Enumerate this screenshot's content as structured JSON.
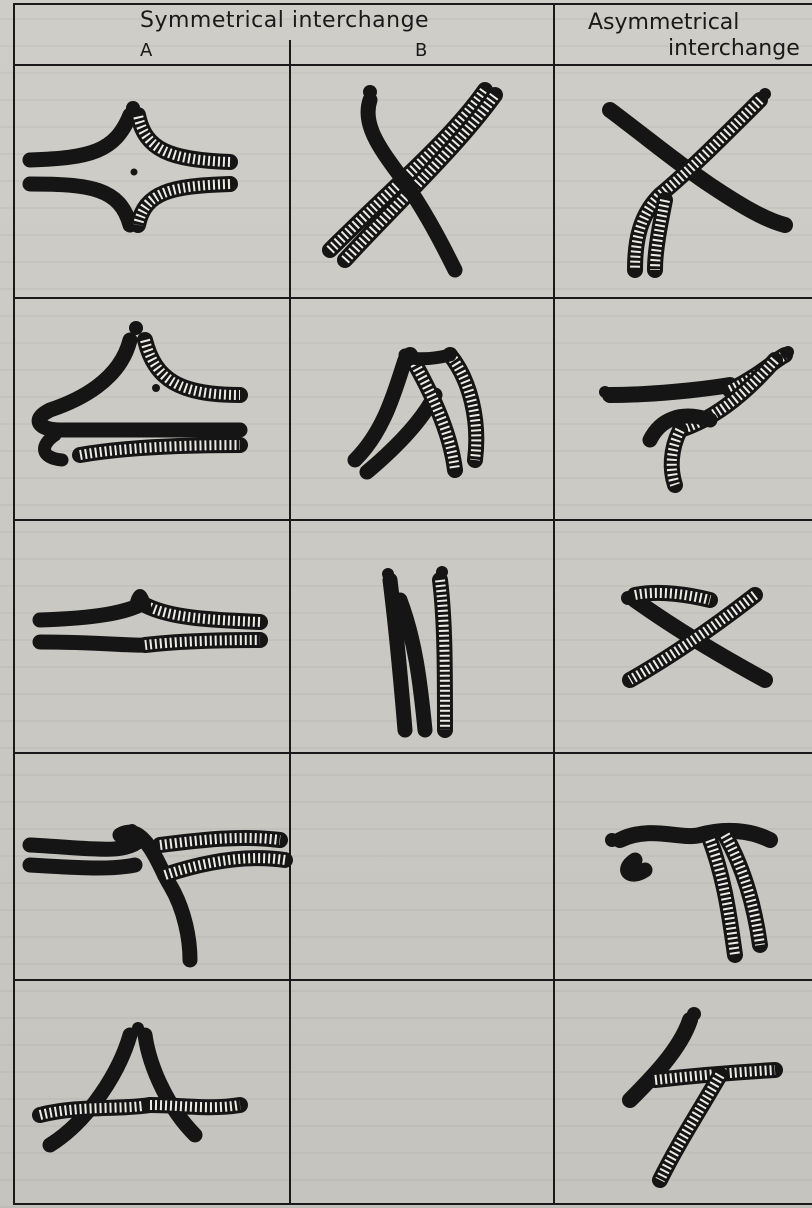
{
  "headers": {
    "symmetrical": "Symmetrical interchange",
    "column_a": "A",
    "column_b": "B",
    "asymmetrical_line1": "Asymmetrical",
    "asymmetrical_line2": "interchange"
  },
  "colors": {
    "ink": "#151515",
    "paper": "#cfcdc7",
    "hatch_fill": "#ecebe6"
  },
  "grid": {
    "columns": 3,
    "rows": 5
  }
}
